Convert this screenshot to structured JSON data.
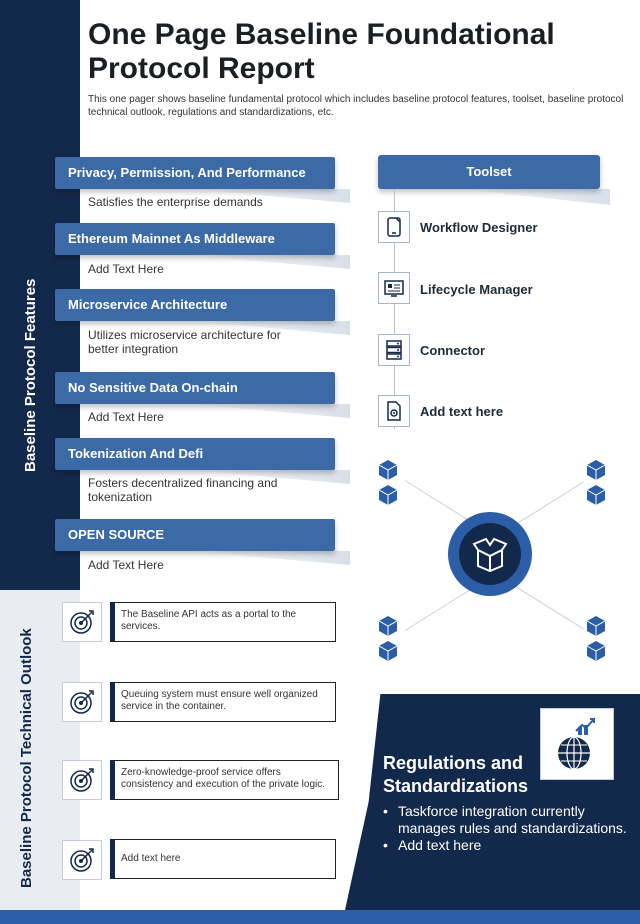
{
  "header": {
    "title": "One Page Baseline Foundational Protocol Report",
    "subtitle": "This one pager shows baseline fundamental protocol which includes baseline protocol features, toolset, baseline protocol technical outlook, regulations and standardizations, etc."
  },
  "side_labels": {
    "features": "Baseline Protocol Features",
    "outlook": "Baseline Protocol Technical Outlook"
  },
  "features": [
    {
      "heading": "Privacy, Permission, And Performance",
      "desc": "Satisfies the enterprise demands"
    },
    {
      "heading": "Ethereum Mainnet As Middleware",
      "desc": "Add Text Here"
    },
    {
      "heading": "Microservice Architecture",
      "desc": "Utilizes microservice architecture for better integration"
    },
    {
      "heading": "No Sensitive Data On-chain",
      "desc": "Add Text Here"
    },
    {
      "heading": "Tokenization And Defi",
      "desc": "Fosters decentralized financing and tokenization"
    },
    {
      "heading": "OPEN SOURCE",
      "desc": "Add Text Here"
    }
  ],
  "toolset": {
    "heading": "Toolset",
    "items": [
      {
        "label": "Workflow Designer",
        "icon": "tablet-icon"
      },
      {
        "label": "Lifecycle Manager",
        "icon": "dashboard-icon"
      },
      {
        "label": "Connector",
        "icon": "server-icon"
      },
      {
        "label": "Add  text here",
        "icon": "gear-doc-icon"
      }
    ]
  },
  "hub": {
    "icon": "open-box-icon",
    "node_icon": "cubes-icon"
  },
  "outlook": [
    {
      "text": "The Baseline API acts as a portal to the services.",
      "icon": "target-icon"
    },
    {
      "text": "Queuing system must ensure well organized service in the container.",
      "icon": "target-icon"
    },
    {
      "text": "Zero-knowledge-proof service offers consistency and execution of the private logic.",
      "icon": "target-icon"
    },
    {
      "text": "Add text here",
      "icon": "target-icon"
    }
  ],
  "regulations": {
    "title": "Regulations and Standardizations",
    "bullets": [
      "Taskforce integration currently manages rules and standardizations.",
      "Add text here"
    ],
    "icon": "globe-chart-icon"
  },
  "colors": {
    "navy": "#13294b",
    "accent": "#3b6aa7",
    "bright": "#2b5ea7"
  }
}
